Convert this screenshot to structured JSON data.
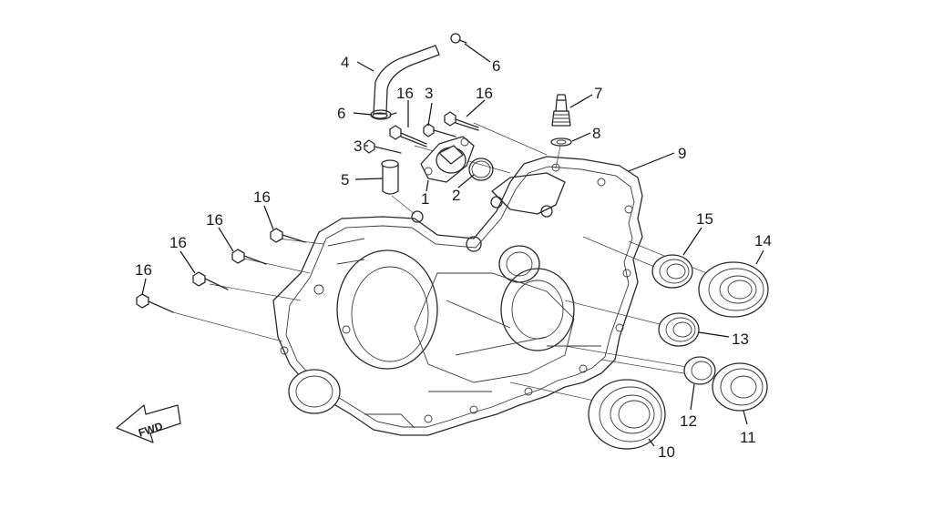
{
  "diagram": {
    "type": "exploded-parts-diagram",
    "line_color": "#2a2a2a",
    "background": "#ffffff",
    "direction_label": "FWD",
    "callouts": [
      {
        "id": "c1",
        "label": "1"
      },
      {
        "id": "c2",
        "label": "2"
      },
      {
        "id": "c3a",
        "label": "3"
      },
      {
        "id": "c3b",
        "label": "3"
      },
      {
        "id": "c4",
        "label": "4"
      },
      {
        "id": "c5",
        "label": "5"
      },
      {
        "id": "c6a",
        "label": "6"
      },
      {
        "id": "c6b",
        "label": "6"
      },
      {
        "id": "c7",
        "label": "7"
      },
      {
        "id": "c8",
        "label": "8"
      },
      {
        "id": "c9",
        "label": "9"
      },
      {
        "id": "c10",
        "label": "10"
      },
      {
        "id": "c11",
        "label": "11"
      },
      {
        "id": "c12",
        "label": "12"
      },
      {
        "id": "c13",
        "label": "13"
      },
      {
        "id": "c14",
        "label": "14"
      },
      {
        "id": "c15",
        "label": "15"
      },
      {
        "id": "c16a",
        "label": "16"
      },
      {
        "id": "c16b",
        "label": "16"
      },
      {
        "id": "c16c",
        "label": "16"
      },
      {
        "id": "c16d",
        "label": "16"
      },
      {
        "id": "c16e",
        "label": "16"
      },
      {
        "id": "c16f",
        "label": "16"
      }
    ]
  }
}
